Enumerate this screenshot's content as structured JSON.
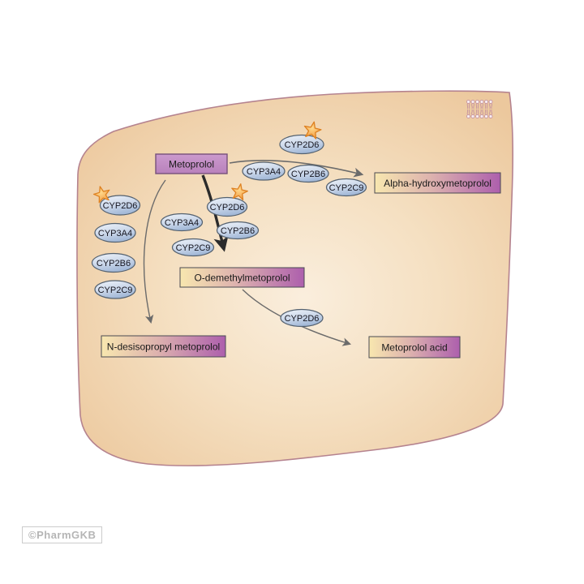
{
  "pathway": {
    "compounds": {
      "metoprolol": {
        "label": "Metoprolol"
      },
      "alpha_hydroxymetoprolol": {
        "label": "Alpha-hydroxymetoprolol"
      },
      "o_demethylmetoprolol": {
        "label": "O-demethylmetoprolol"
      },
      "n_desisopropyl_metoprolol": {
        "label": "N-desisopropyl metoprolol"
      },
      "metoprolol_acid": {
        "label": "Metoprolol acid"
      }
    },
    "enzymes": {
      "top": [
        "CYP2D6",
        "CYP3A4",
        "CYP2B6",
        "CYP2C9"
      ],
      "left": [
        "CYP2D6",
        "CYP3A4",
        "CYP2B6",
        "CYP2C9"
      ],
      "middle": [
        "CYP2D6",
        "CYP3A4",
        "CYP2B6",
        "CYP2C9"
      ],
      "acid_path": [
        "CYP2D6"
      ]
    },
    "watermark": "©PharmGKB",
    "colors": {
      "cell_fill_center": "#faeedd",
      "cell_fill_edge": "#ecc89d",
      "membrane_border": "#b5838f",
      "drug_box_fill": "#c391c5",
      "drug_box_border": "#77517b",
      "metabolite_gradient_left": "#f8e7af",
      "metabolite_gradient_right": "#ad5fad",
      "metabolite_box_border": "#4a4a52",
      "enzyme_fill_top": "#eef3fa",
      "enzyme_fill_bottom": "#a9bedb",
      "enzyme_border": "#54616f",
      "star_fill": "#f9a63a",
      "star_border": "#dd8020",
      "arrow": "#6b6b6b",
      "arrow_bold": "#2b2b2b"
    }
  }
}
